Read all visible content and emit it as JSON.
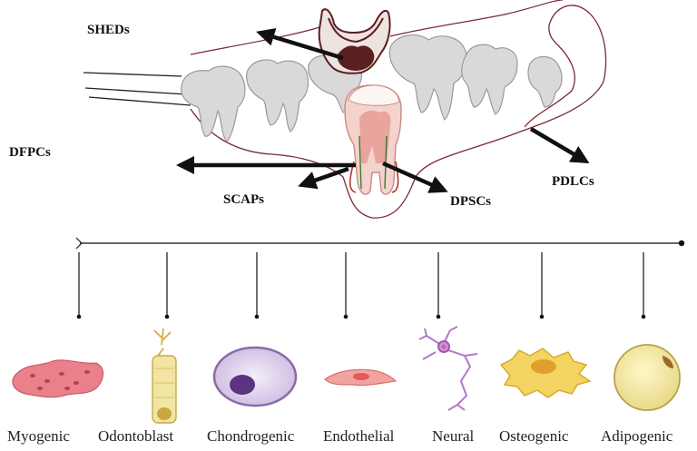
{
  "stem_cells": {
    "sheds": "SHEDs",
    "dfpcs": "DFPCs",
    "scaps": "SCAPs",
    "dpscs": "DPSCs",
    "pdlcs": "PDLCs"
  },
  "lineages": [
    {
      "label": "Myogenic",
      "icon": "myogenic-cell-icon"
    },
    {
      "label": "Odontoblast",
      "icon": "odontoblast-cell-icon"
    },
    {
      "label": "Chondrogenic",
      "icon": "chondrocyte-cell-icon"
    },
    {
      "label": "Endothelial",
      "icon": "endothelial-cell-icon"
    },
    {
      "label": "Neural",
      "icon": "neuron-cell-icon"
    },
    {
      "label": "Osteogenic",
      "icon": "osteocyte-cell-icon"
    },
    {
      "label": "Adipogenic",
      "icon": "adipocyte-cell-icon"
    }
  ],
  "colors": {
    "tooth_fill": "#d9d9d9",
    "tooth_stroke": "#9a9a9a",
    "gum_line": "#7a2a35",
    "pulp_pink": "#f2b8b2",
    "pulp_dark": "#5a2020",
    "arrow": "#111111",
    "timeline": "#333333"
  }
}
